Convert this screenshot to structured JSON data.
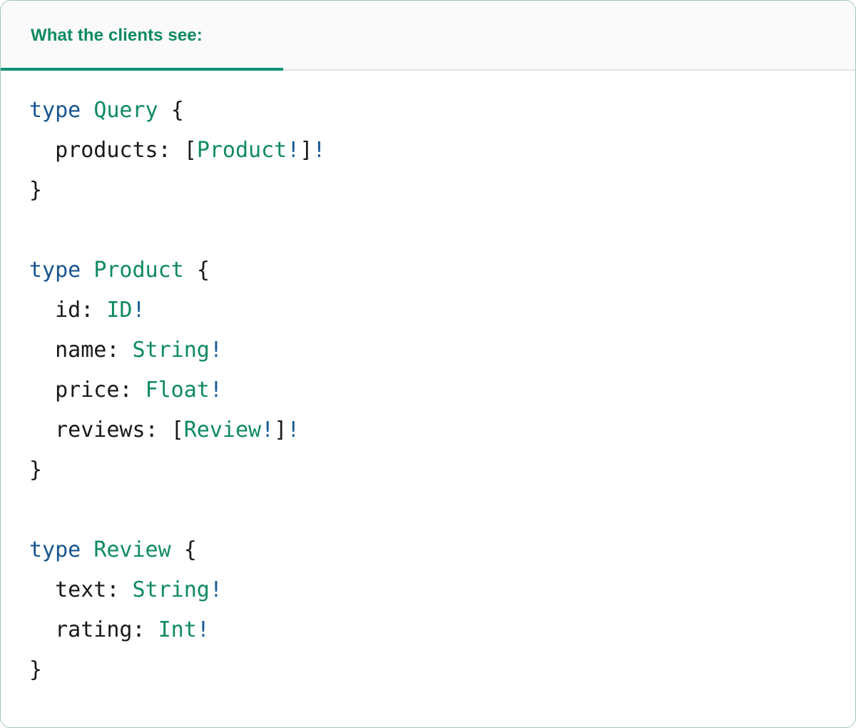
{
  "card": {
    "border_color": "#9ec9b4",
    "background": "#ffffff"
  },
  "header": {
    "background": "#fafafa",
    "active_tab_label": "What the clients see:",
    "active_tab_color": "#0f8a63",
    "underline_color": "#0f9277",
    "divider_color": "#e4e4e4"
  },
  "editor": {
    "language": "graphql",
    "background": "#ffffff",
    "colors": {
      "keyword": "#17558f",
      "type_name": "#0f8a63",
      "non_null_bang": "#1a5c96",
      "punctuation": "#17191c",
      "field_name": "#17191c"
    },
    "lines": [
      {
        "tokens": [
          {
            "t": "type",
            "c": "kw"
          },
          {
            "t": " ",
            "c": "plain"
          },
          {
            "t": "Query",
            "c": "type"
          },
          {
            "t": " ",
            "c": "plain"
          },
          {
            "t": "{",
            "c": "punct"
          }
        ]
      },
      {
        "tokens": [
          {
            "t": "  ",
            "c": "plain"
          },
          {
            "t": "products",
            "c": "field"
          },
          {
            "t": ": ",
            "c": "punct"
          },
          {
            "t": "[",
            "c": "punct"
          },
          {
            "t": "Product",
            "c": "type"
          },
          {
            "t": "!",
            "c": "bang"
          },
          {
            "t": "]",
            "c": "punct"
          },
          {
            "t": "!",
            "c": "bang"
          }
        ]
      },
      {
        "tokens": [
          {
            "t": "}",
            "c": "punct"
          }
        ]
      },
      {
        "tokens": []
      },
      {
        "tokens": [
          {
            "t": "type",
            "c": "kw"
          },
          {
            "t": " ",
            "c": "plain"
          },
          {
            "t": "Product",
            "c": "type"
          },
          {
            "t": " ",
            "c": "plain"
          },
          {
            "t": "{",
            "c": "punct"
          }
        ]
      },
      {
        "tokens": [
          {
            "t": "  ",
            "c": "plain"
          },
          {
            "t": "id",
            "c": "field"
          },
          {
            "t": ": ",
            "c": "punct"
          },
          {
            "t": "ID",
            "c": "type"
          },
          {
            "t": "!",
            "c": "bang"
          }
        ]
      },
      {
        "tokens": [
          {
            "t": "  ",
            "c": "plain"
          },
          {
            "t": "name",
            "c": "field"
          },
          {
            "t": ": ",
            "c": "punct"
          },
          {
            "t": "String",
            "c": "type"
          },
          {
            "t": "!",
            "c": "bang"
          }
        ]
      },
      {
        "tokens": [
          {
            "t": "  ",
            "c": "plain"
          },
          {
            "t": "price",
            "c": "field"
          },
          {
            "t": ": ",
            "c": "punct"
          },
          {
            "t": "Float",
            "c": "type"
          },
          {
            "t": "!",
            "c": "bang"
          }
        ]
      },
      {
        "tokens": [
          {
            "t": "  ",
            "c": "plain"
          },
          {
            "t": "reviews",
            "c": "field"
          },
          {
            "t": ": ",
            "c": "punct"
          },
          {
            "t": "[",
            "c": "punct"
          },
          {
            "t": "Review",
            "c": "type"
          },
          {
            "t": "!",
            "c": "bang"
          },
          {
            "t": "]",
            "c": "punct"
          },
          {
            "t": "!",
            "c": "bang"
          }
        ]
      },
      {
        "tokens": [
          {
            "t": "}",
            "c": "punct"
          }
        ]
      },
      {
        "tokens": []
      },
      {
        "tokens": [
          {
            "t": "type",
            "c": "kw"
          },
          {
            "t": " ",
            "c": "plain"
          },
          {
            "t": "Review",
            "c": "type"
          },
          {
            "t": " ",
            "c": "plain"
          },
          {
            "t": "{",
            "c": "punct"
          }
        ]
      },
      {
        "tokens": [
          {
            "t": "  ",
            "c": "plain"
          },
          {
            "t": "text",
            "c": "field"
          },
          {
            "t": ": ",
            "c": "punct"
          },
          {
            "t": "String",
            "c": "type"
          },
          {
            "t": "!",
            "c": "bang"
          }
        ]
      },
      {
        "tokens": [
          {
            "t": "  ",
            "c": "plain"
          },
          {
            "t": "rating",
            "c": "field"
          },
          {
            "t": ": ",
            "c": "punct"
          },
          {
            "t": "Int",
            "c": "type"
          },
          {
            "t": "!",
            "c": "bang"
          }
        ]
      },
      {
        "tokens": [
          {
            "t": "}",
            "c": "punct"
          }
        ]
      }
    ]
  }
}
